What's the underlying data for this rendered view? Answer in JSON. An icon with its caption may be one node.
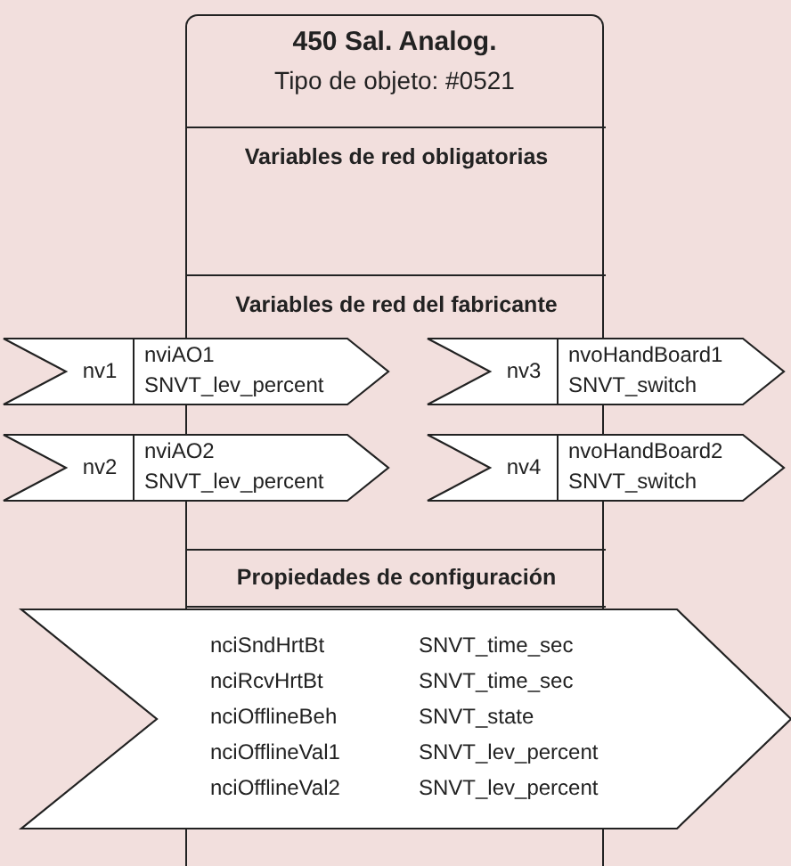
{
  "diagram": {
    "nodes": [
      {
        "text": [
          "450 Sal. Analog.",
          "Tipo de objeto: #0521"
        ]
      },
      {
        "text": [
          "Variables de red obligatorias"
        ],
        "in": 0
      },
      {
        "text": [
          "Variables de red del fabricante"
        ],
        "in": 0
      },
      {
        "text": [
          "nv1",
          "nviAO1",
          "SNVT_lev_percent"
        ]
      },
      {
        "text": [
          "nv3",
          "nvoHandBoard1",
          "SNVT_switch"
        ]
      },
      {
        "text": [
          "nv2",
          "nviAO2",
          "SNVT_lev_percent"
        ]
      },
      {
        "text": [
          "nv4",
          "nvoHandBoard2",
          "SNVT_switch"
        ]
      },
      {
        "text": [
          "Propiedades de configuración"
        ],
        "in": 0
      },
      {
        "text": [
          "nciSndHrtBt",
          "SNVT_time_sec",
          "nciRcvHrtBt",
          "SNVT_time_sec",
          "nciOfflineBeh",
          "SNVT_state",
          "nciOfflineVal1",
          "SNVT_lev_percent",
          "nciOfflineVal2",
          "SNVT_lev_percent"
        ]
      }
    ],
    "edges": []
  }
}
